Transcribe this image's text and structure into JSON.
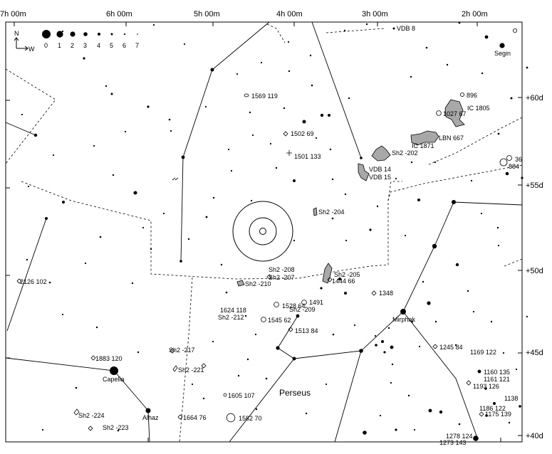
{
  "ra_labels": [
    "7h 00m",
    "6h 00m",
    "5h 00m",
    "4h 00m",
    "3h 00m",
    "2h 00m"
  ],
  "dec_labels": [
    "+60d",
    "+55d",
    "+50d",
    "+45d",
    "+40d"
  ],
  "legend": {
    "north": "N",
    "west": "W",
    "magnitudes": [
      "0",
      "1",
      "2",
      "3",
      "4",
      "5",
      "6",
      "7"
    ]
  },
  "constellation_name": "Perseus",
  "stars": {
    "segin": "Segin",
    "capella": "Capella",
    "mirphak": "Mirphak",
    "alhaz": "Alhaz"
  },
  "objects": {
    "vdb8": "VDB 8",
    "n896": "896",
    "ic1805": "IC 1805",
    "ngc1027": "1027 67",
    "lbn667": "LBN 667",
    "ic1871": "IC 1871",
    "n1569": "1569 119",
    "n1502": "1502 69",
    "n1501": "1501 133",
    "sh2_202": "Sh2 -202",
    "vdb14": "VDB 14",
    "vdb15": "VDB 15",
    "sh2_204": "Sh2 -204",
    "sh2_208": "Sh2 -208",
    "sh2_207": "Sh2 -207",
    "sh2_205": "Sh2 -205",
    "n1444": "1444 66",
    "sh2_210": "Sh2 -210",
    "n1348": "1348",
    "n2126": "2126 102",
    "n1528": "1528 64",
    "n1491": "1491",
    "sh2_209": "Sh2 -209",
    "n1624": "1624 118",
    "sh2_212": "Sh2 -212",
    "n1545": "1545 62",
    "n1513": "1513 84",
    "n1245": "1245 84",
    "n1169": "1169 122",
    "n1883": "1883 120",
    "sh2_217": "Sh2 -217",
    "sh2_221": "Sh2 -221",
    "n1160": "1160 135",
    "n1161": "1161 121",
    "n1193": "1193 126",
    "n1605": "1605 107",
    "n1138": "1138",
    "n1186": "1186 122",
    "n1175": "1175 139",
    "sh2_224": "Sh2 -224",
    "n1664": "1664 76",
    "n1582": "1582 70",
    "sh2_223": "Sh2 -223",
    "n1278": "1278 124",
    "n1273": "1273 143",
    "n884": "884",
    "n36": "36"
  }
}
